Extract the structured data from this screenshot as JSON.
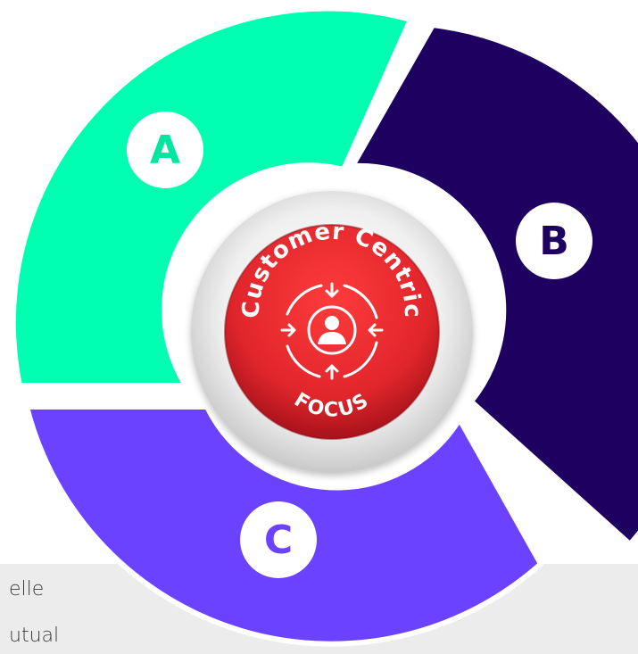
{
  "colors": {
    "segment_a": "#00FFB0",
    "segment_b": "#1E0060",
    "segment_c": "#6A42FF",
    "badge_red": "#E0262C",
    "badge_red_dark": "#A8121A",
    "ring_gray": "#D8D8D8"
  },
  "segments": [
    {
      "key": "a",
      "label": "A",
      "icon": "letter-badge"
    },
    {
      "key": "b",
      "label": "B",
      "icon": "letter-badge"
    },
    {
      "key": "c",
      "label": "C",
      "icon": "letter-badge"
    }
  ],
  "center": {
    "arc_text": "Customer Centric",
    "bottom_text": "FOCUS",
    "icon": "person-in-cycle-icon"
  },
  "strip": {
    "line1": "elle",
    "line2": "utual"
  }
}
